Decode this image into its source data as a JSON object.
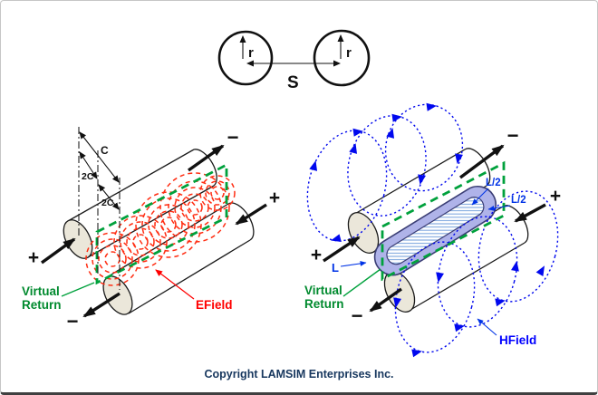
{
  "colors": {
    "efield": "#ff2d12",
    "efield_label": "#ff0000",
    "hfield": "#0008ee",
    "hfield_label": "#0000ff",
    "inductance_fill": "#afb3e9",
    "inductance_stroke": "#3b3e75",
    "inductance_hatch": "#7fa8df",
    "virtual_return": "#00a13c",
    "virtual_return_label": "#008a2e",
    "cylinder_end_fill": "#ebe7da",
    "copyright": "#17375e"
  },
  "cross_section": {
    "radius_left": "r",
    "radius_right": "r",
    "separation": "S"
  },
  "efield_diagram": {
    "dim_c": "C",
    "dim_2c_upper": "2C",
    "dim_2c_lower": "2C",
    "plus_in": "+",
    "minus_out": "−",
    "plus_return": "+",
    "minus_return": "−",
    "virtual_return_line1": "Virtual",
    "virtual_return_line2": "Return",
    "field_label": "EField"
  },
  "hfield_diagram": {
    "plus_in": "+",
    "minus_out": "−",
    "plus_return": "+",
    "minus_return": "−",
    "inductance_half_upper": "L/2",
    "inductance_half_lower": "L/2",
    "inductance": "L",
    "virtual_return_line1": "Virtual",
    "virtual_return_line2": "Return",
    "field_label": "HField"
  },
  "footer": {
    "copyright": "Copyright LAMSIM Enterprises Inc."
  }
}
